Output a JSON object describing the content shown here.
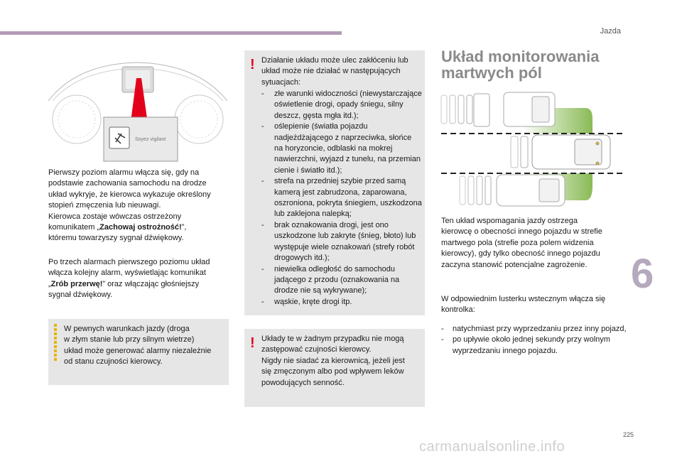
{
  "header": {
    "section": "Jazda",
    "chapter": "6",
    "page_number": "225"
  },
  "watermark": "carmanualsonline.info",
  "col1": {
    "figure_display_text": "Soyez vigilant",
    "para1_lines": [
      "Pierwszy poziom alarmu włącza się, gdy na",
      "podstawie zachowania samochodu na drodze",
      "układ wykryje, że kierowca wykazuje określony",
      "stopień zmęczenia lub nieuwagi."
    ],
    "para1b_line1": "Kierowca zostaje wówczas ostrzeżony",
    "para1b_pre": "komunikatem „",
    "para1b_bold": "Zachowaj ostrożność!",
    "para1b_post": "”,",
    "para1b_last": "któremu towarzyszy sygnał dźwiękowy.",
    "para2_lines": [
      "Po trzech alarmach pierwszego poziomu układ",
      "włącza kolejny alarm, wyświetlając komunikat"
    ],
    "para2_pre": "„",
    "para2_bold": "Zrób przerwę!",
    "para2_post": "” oraz włączając głośniejszy",
    "para2_last": "sygnał dźwiękowy.",
    "info_lines": [
      "W pewnych warunkach jazdy (droga",
      "w złym stanie lub przy silnym wietrze)",
      "układ może generować alarmy niezależnie",
      "od stanu czujności kierowcy."
    ]
  },
  "col2": {
    "warn1_intro": "Działanie układu może ulec zakłóceniu lub układ może nie działać w następujących sytuacjach:",
    "warn1_items": [
      "złe warunki widoczności (niewystarczające oświetlenie drogi, opady śniegu, silny deszcz, gęsta mgła itd.);",
      "oślepienie (światła pojazdu nadjeżdżającego z naprzeciwka, słońce na horyzoncie, odblaski na mokrej nawierzchni, wyjazd z tunelu, na przemian cienie i światło itd.);",
      "strefa na przedniej szybie przed samą kamerą jest zabrudzona, zaparowana, oszroniona, pokryta śniegiem, uszkodzona lub zaklejona nalepką;",
      "brak oznakowania drogi, jest ono uszkodzone lub zakryte (śnieg, błoto) lub występuje wiele oznakowań (strefy robót drogowych itd.);",
      "niewielka odległość do samochodu jadącego z przodu (oznakowania na drodze nie są wykrywane);",
      "wąskie, kręte drogi itp."
    ],
    "warn2_lines": [
      "Układy te w żadnym przypadku nie mogą",
      "zastępować czujności kierowcy.",
      "Nigdy nie siadać za kierownicą, jeżeli jest",
      "się zmęczonym albo pod wpływem leków",
      "powodujących senność."
    ]
  },
  "col3": {
    "title_lines": [
      "Układ monitorowania",
      "martwych pól"
    ],
    "para1_lines": [
      "Ten układ wspomagania jazdy ostrzega",
      "kierowcę o obecności innego pojazdu w strefie",
      "martwego pola (strefie poza polem widzenia",
      "kierowcy), gdy tylko obecność innego pojazdu",
      "zaczyna stanowić potencjalne zagrożenie."
    ],
    "para2_lines": [
      "W odpowiednim lusterku wstecznym włącza się",
      "kontrolka:"
    ],
    "list_items": [
      "natychmiast przy wyprzedzaniu przez inny pojazd,",
      "po upływie około jednej sekundy przy wolnym wyprzedzaniu innego pojazdu."
    ]
  },
  "colors": {
    "accent": "#b49ab8",
    "warning": "#e3001b",
    "info": "#e8b400",
    "box": "#e6e6e6",
    "zone": "#7cb342"
  }
}
